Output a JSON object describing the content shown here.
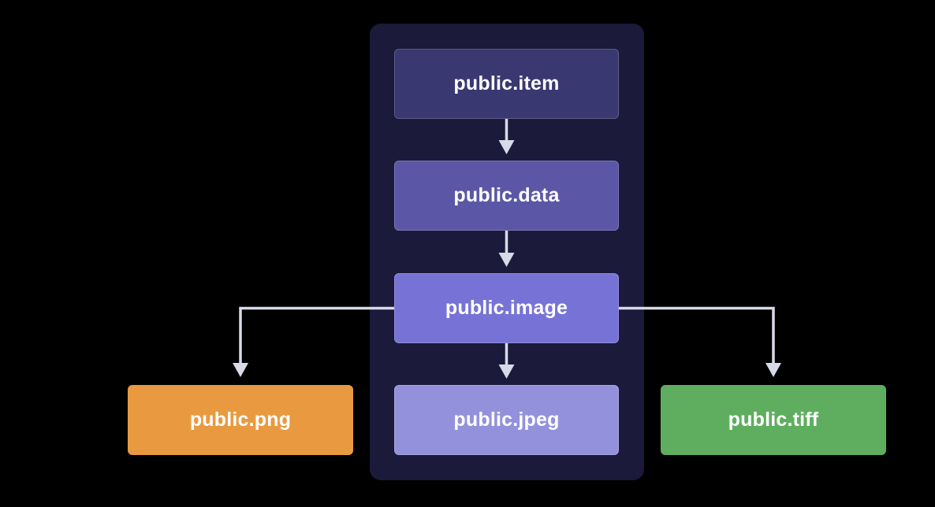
{
  "colors": {
    "background": "#000000",
    "panel": "#1b1a3a",
    "connector": "#d7dbe8",
    "item": "#3a3870",
    "data": "#5b57a6",
    "image": "#7773d6",
    "jpeg": "#9491dc",
    "png": "#e99a40",
    "tiff": "#5fae5f"
  },
  "nodes": {
    "item": {
      "label": "public.item"
    },
    "data": {
      "label": "public.data"
    },
    "image": {
      "label": "public.image"
    },
    "jpeg": {
      "label": "public.jpeg"
    },
    "png": {
      "label": "public.png"
    },
    "tiff": {
      "label": "public.tiff"
    }
  },
  "edges": [
    {
      "from": "item",
      "to": "data"
    },
    {
      "from": "data",
      "to": "image"
    },
    {
      "from": "image",
      "to": "jpeg"
    },
    {
      "from": "image",
      "to": "png"
    },
    {
      "from": "image",
      "to": "tiff"
    }
  ]
}
